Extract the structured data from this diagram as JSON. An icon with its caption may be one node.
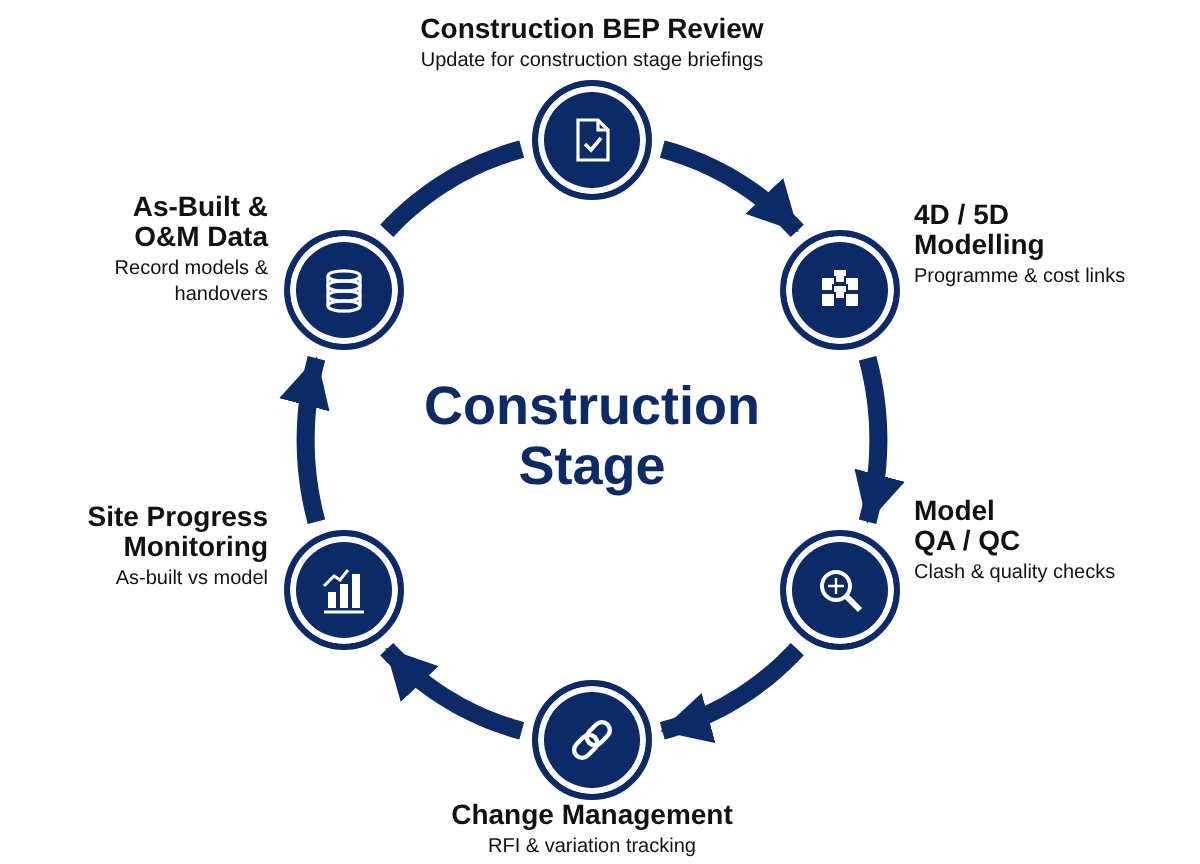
{
  "diagram": {
    "nodes": [
      {
        "text": [
          "Construction BEP Review",
          "Update for construction stage briefings"
        ]
      },
      {
        "text": [
          "4D / 5D Modelling",
          "Programme & cost links"
        ]
      },
      {
        "text": [
          "Model QA / QC",
          "Clash & quality checks"
        ]
      },
      {
        "text": [
          "Change Management",
          "RFI & variation tracking"
        ]
      },
      {
        "text": [
          "Site Progress Monitoring",
          "As-built vs model"
        ]
      },
      {
        "text": [
          "As-Built & O&M Data",
          "Record models & handovers"
        ]
      }
    ],
    "edges": [
      {
        "from": 0,
        "to": 1,
        "arrow": "to"
      },
      {
        "from": 1,
        "to": 2,
        "arrow": "to"
      },
      {
        "from": 2,
        "to": 3,
        "arrow": "to"
      },
      {
        "from": 3,
        "to": 4,
        "arrow": "to"
      },
      {
        "from": 4,
        "to": 5,
        "arrow": "to"
      },
      {
        "from": 5,
        "to": 0,
        "arrow": "none"
      }
    ],
    "labels": [
      "Construction Stage"
    ]
  }
}
